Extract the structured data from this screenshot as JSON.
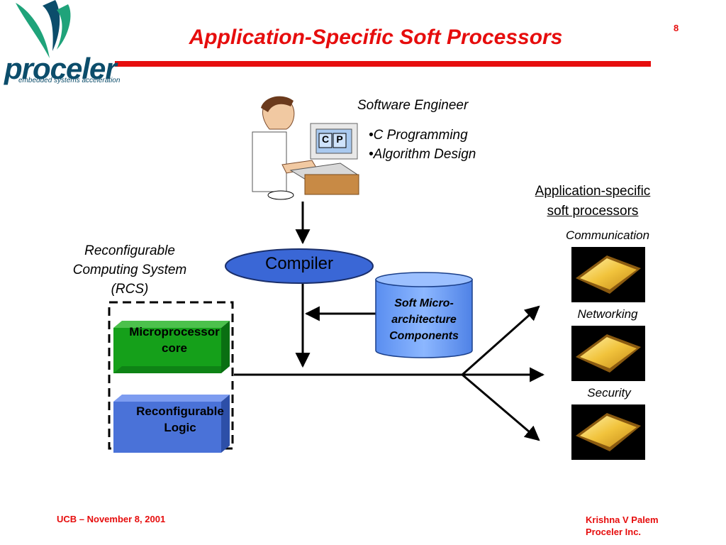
{
  "header": {
    "logo_word": "proceler",
    "logo_tagline": "embedded systems acceleration",
    "title": "Application-Specific Soft Processors",
    "page_number": "8"
  },
  "engineer": {
    "label": "Software Engineer",
    "bullets": [
      "•C Programming",
      "•Algorithm Design"
    ],
    "screen_letters": [
      "C",
      "P"
    ]
  },
  "compiler": {
    "label": "Compiler"
  },
  "components": {
    "label_lines": [
      "Soft Micro-",
      "architecture",
      "Components"
    ]
  },
  "rcs": {
    "label_lines": [
      "Reconfigurable",
      "Computing System",
      "(RCS)"
    ],
    "microprocessor_lines": [
      "Microprocessor",
      "core"
    ],
    "reconfigurable_lines": [
      "Reconfigurable",
      "Logic"
    ]
  },
  "processors": {
    "title_lines": [
      "Application-specific",
      "soft processors"
    ],
    "items": [
      "Communication",
      "Networking",
      "Security"
    ]
  },
  "footer": {
    "left": "UCB – November 8, 2001",
    "right_lines": [
      "Krishna V Palem",
      "Proceler Inc."
    ]
  },
  "colors": {
    "title_red": "#e60d0d",
    "logo_teal": "#0c4d6b",
    "logo_green": "#1fa37a",
    "compiler_blue": "#3a67d6",
    "cylinder_blue": "#6ea2f5",
    "block_green": "#15a01a",
    "block_blue": "#4a72d8",
    "chip_gold": "#e7b632"
  }
}
